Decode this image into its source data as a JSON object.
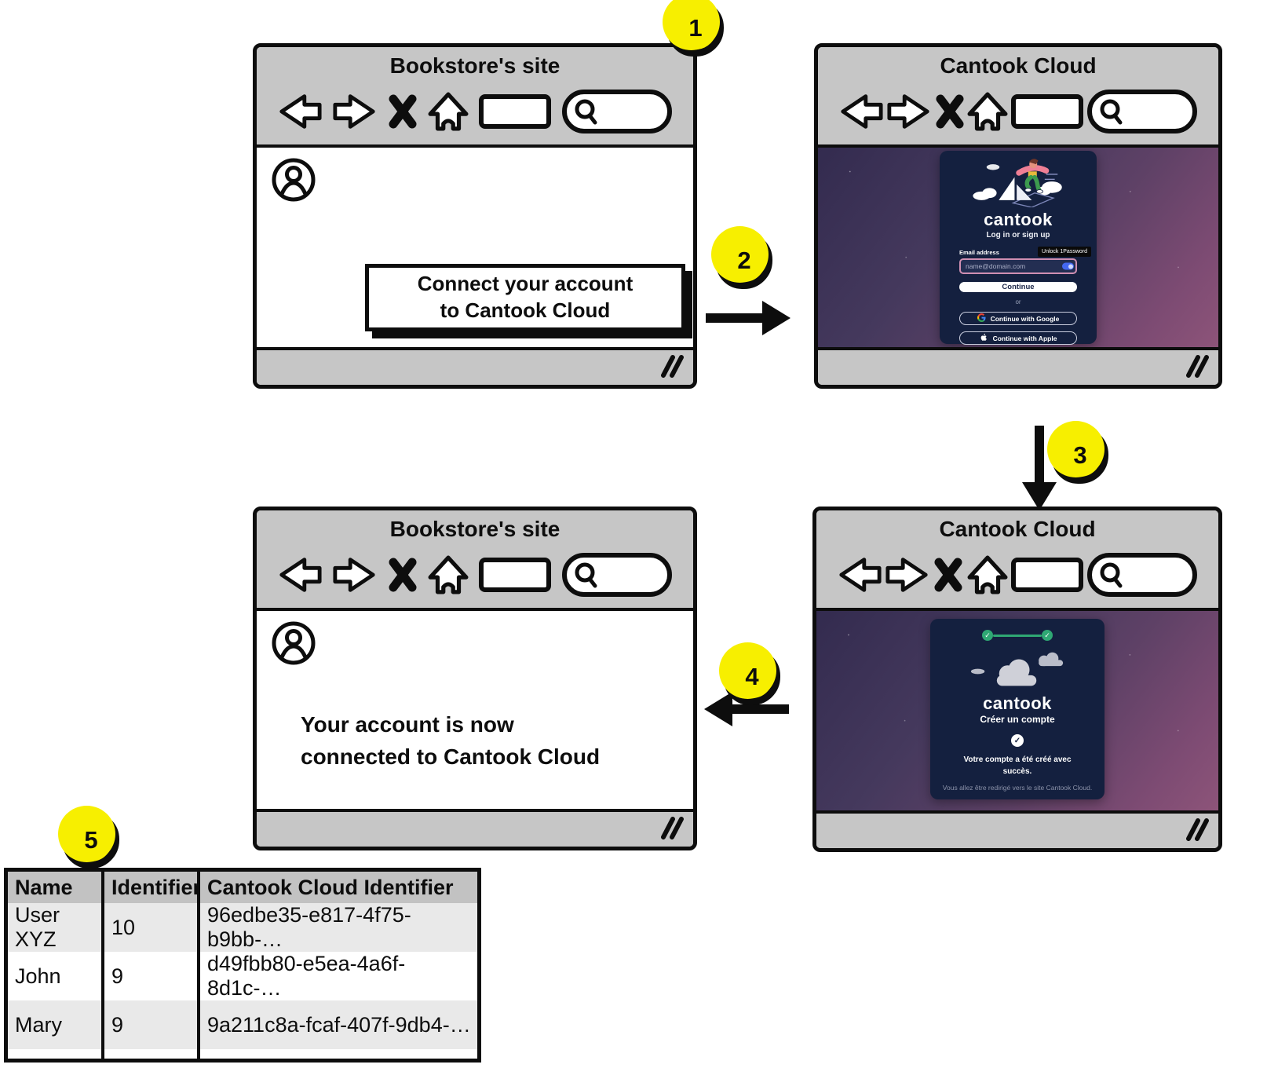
{
  "steps": [
    {
      "label": "1"
    },
    {
      "label": "2"
    },
    {
      "label": "3"
    },
    {
      "label": "4"
    },
    {
      "label": "5"
    }
  ],
  "windows": {
    "bookstore_top": {
      "title": "Bookstore's site",
      "button_line1": "Connect your account",
      "button_line2": "to Cantook Cloud"
    },
    "cantook_login": {
      "title": "Cantook Cloud",
      "logo": "cantook",
      "subtitle": "Log in or sign up",
      "email_label": "Email address",
      "email_placeholder": "name@domain.com",
      "tooltip": "Unlock 1Password",
      "continue_label": "Continue",
      "or_label": "or",
      "google_label": "Continue with Google",
      "apple_label": "Continue with Apple"
    },
    "bookstore_bottom": {
      "title": "Bookstore's site",
      "message_line1": "Your account is now",
      "message_line2": "connected to Cantook Cloud"
    },
    "cantook_success": {
      "title": "Cantook Cloud",
      "logo": "cantook",
      "subtitle": "Créer un compte",
      "success_message": "Votre compte a été créé avec succès.",
      "redirect_message": "Vous allez être redirigé vers le site Cantook Cloud."
    }
  },
  "table": {
    "columns": [
      "Name",
      "Identifier",
      "Cantook Cloud Identifier"
    ],
    "rows": [
      [
        "User XYZ",
        "10",
        "96edbe35-e817-4f75-b9bb-…"
      ],
      [
        "John",
        "9",
        "d49fbb80-e5ea-4a6f-8d1c-…"
      ],
      [
        "Mary",
        "9",
        "9a211c8a-fcaf-407f-9db4-…"
      ]
    ]
  },
  "colors": {
    "badge_yellow": "#f7ef00",
    "window_chrome_gray": "#c6c6c6",
    "ink_black": "#0d0d0d",
    "card_navy": "#14203f",
    "purple_gradient_start": "#332b4f",
    "purple_gradient_end": "#8d5479",
    "stepper_green": "#2fa874",
    "email_border_pink": "#cf8fb2",
    "onepassword_blue": "#4468f2"
  }
}
